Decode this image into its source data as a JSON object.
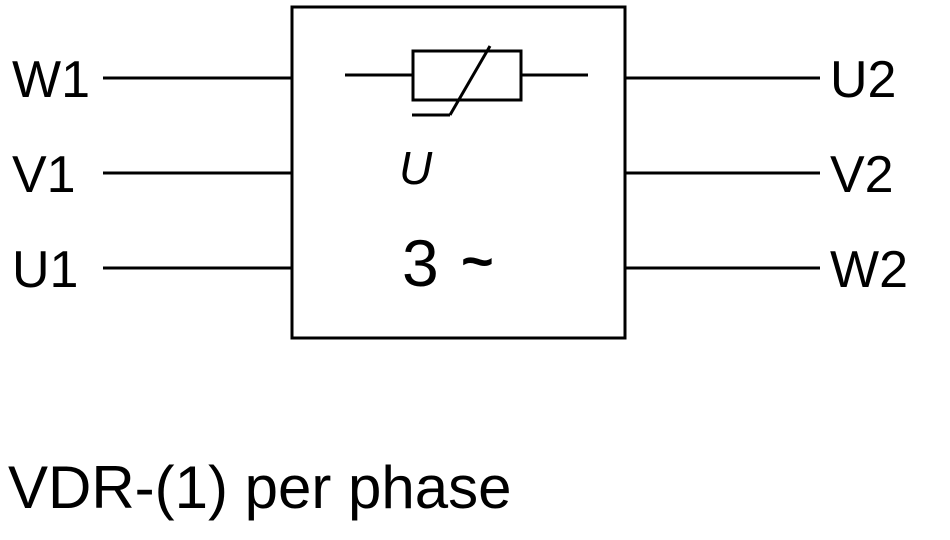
{
  "terminals": {
    "left": [
      "W1",
      "V1",
      "U1"
    ],
    "right": [
      "U2",
      "V2",
      "W2"
    ]
  },
  "symbol": {
    "voltage_label": "U",
    "phase_label": "3",
    "ac_glyph": "~"
  },
  "caption": "VDR-(1) per phase",
  "colors": {
    "line": "#000000",
    "background": "#ffffff"
  }
}
